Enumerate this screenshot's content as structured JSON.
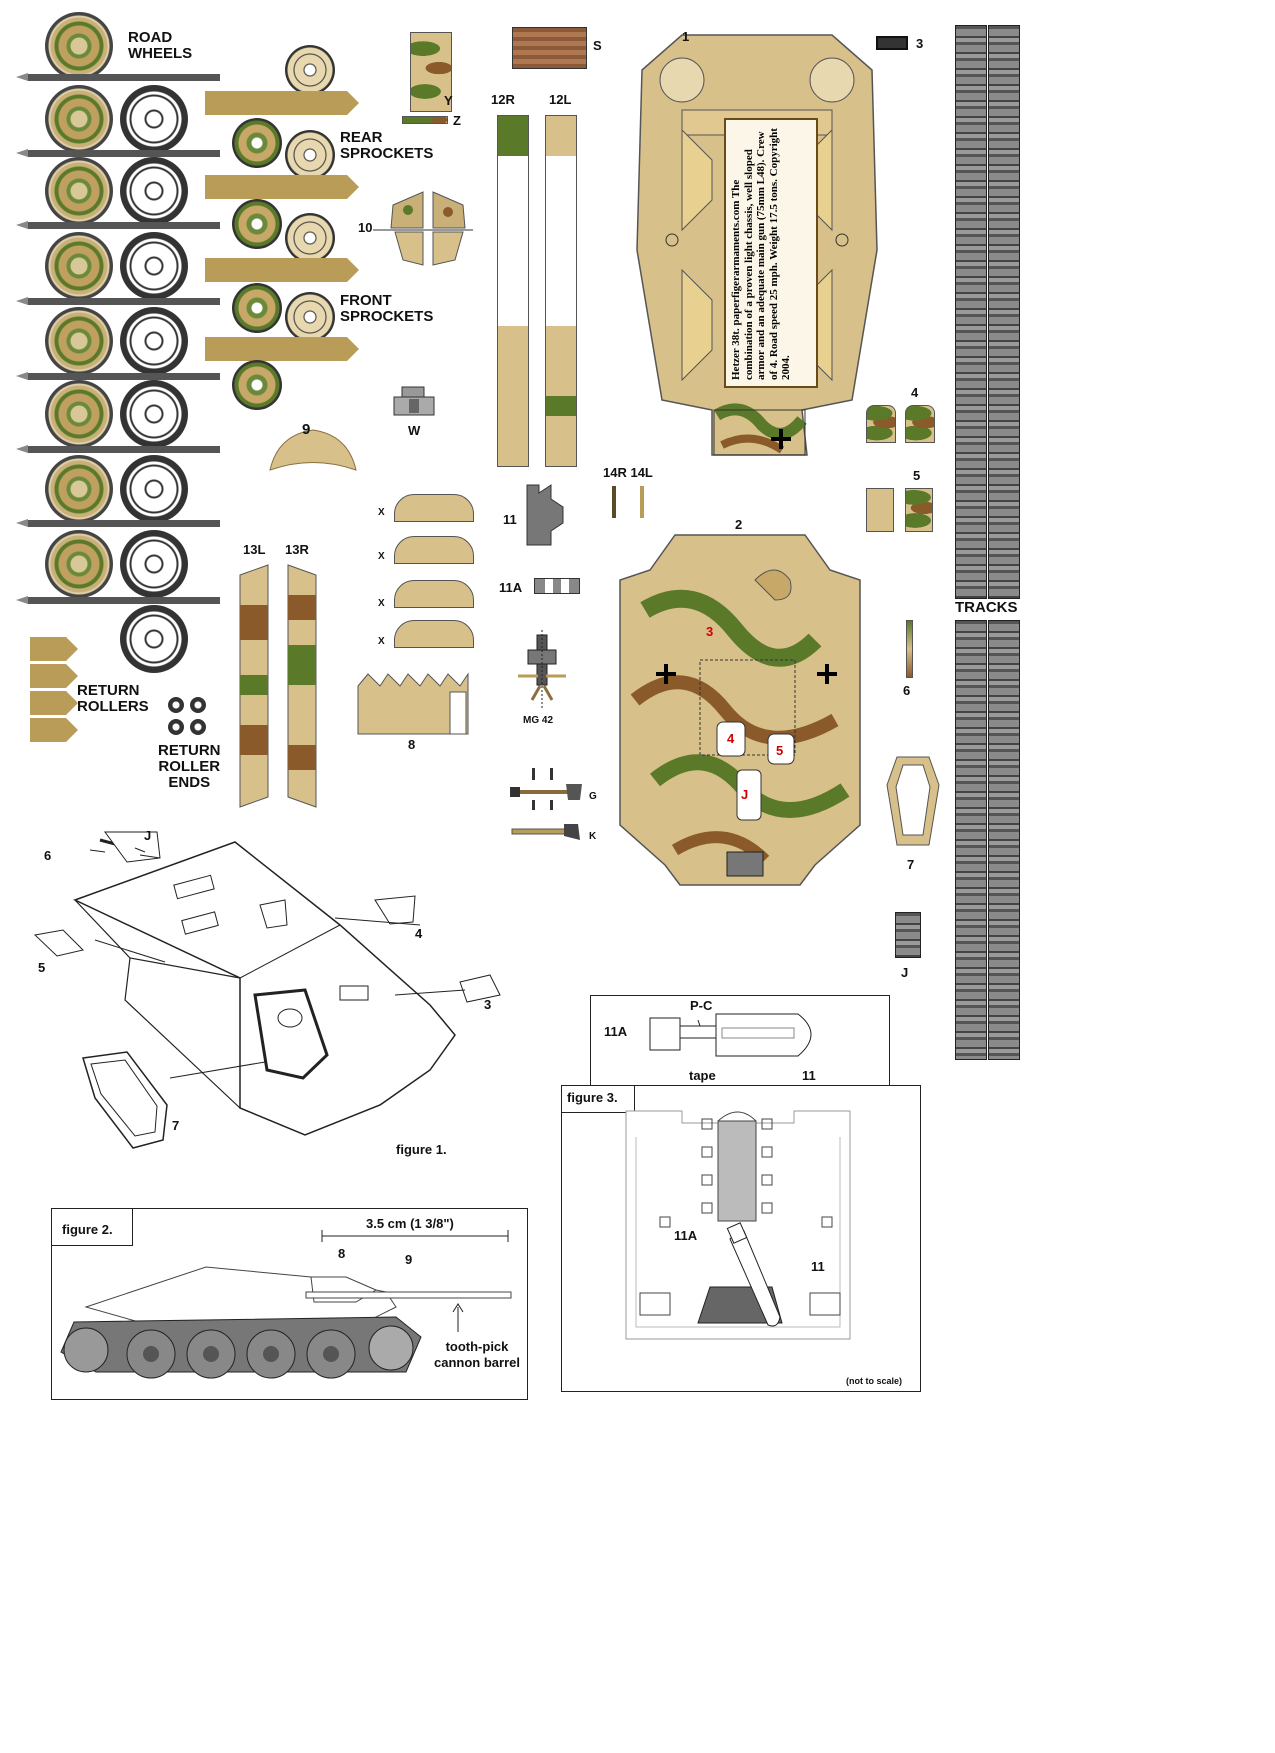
{
  "labels": {
    "road_wheels": "ROAD\nWHEELS",
    "rear_sprockets": "REAR\nSPROCKETS",
    "front_sprockets": "FRONT\nSPROCKETS",
    "return_rollers": "RETURN\nROLLERS",
    "return_roller_ends": "RETURN\nROLLER\nENDS",
    "tracks": "TRACKS",
    "mg42": "MG 42"
  },
  "parts": {
    "p1": "1",
    "p2": "2",
    "p3": "3",
    "p4": "4",
    "p5": "5",
    "p6": "6",
    "p7": "7",
    "p8": "8",
    "p9": "9",
    "p10": "10",
    "p11": "11",
    "p11a": "11A",
    "p12r": "12R",
    "p12l": "12L",
    "p13l": "13L",
    "p13r": "13R",
    "p14": "14R 14L",
    "s": "S",
    "y": "Y",
    "z": "Z",
    "w": "W",
    "x": "X",
    "g": "G",
    "k": "K",
    "j": "J"
  },
  "hull_marks": {
    "m3": "3",
    "m4": "4",
    "m5": "5",
    "mj": "J"
  },
  "info_text": "Hetzer 38t.    paperfigerarmaments.com The combination of a proven light chassis, well sloped armor and an adequate main gun (75mm L48). Crew of 4. Road speed 25 mph. Weight 17.5 tons. Copyright 2004.",
  "figure1": {
    "caption": "figure 1.",
    "n6": "6",
    "nj": "J",
    "n5": "5",
    "n4": "4",
    "n3": "3",
    "n7": "7"
  },
  "figure2": {
    "caption": "figure 2.",
    "measure": "3.5 cm (1 3/8\")",
    "n8": "8",
    "n9": "9",
    "barrel": "tooth-pick\ncannon barrel"
  },
  "figure3": {
    "caption": "figure 3.",
    "pc": "P-C",
    "n11a": "11A",
    "tape": "tape",
    "n11": "11",
    "n11a_b": "11A",
    "n11_b": "11",
    "note": "(not to scale)"
  },
  "colors": {
    "sand": "#d8c08a",
    "green": "#5a7a2a",
    "brown": "#8a5a2a",
    "mark_red": "#d00000"
  }
}
